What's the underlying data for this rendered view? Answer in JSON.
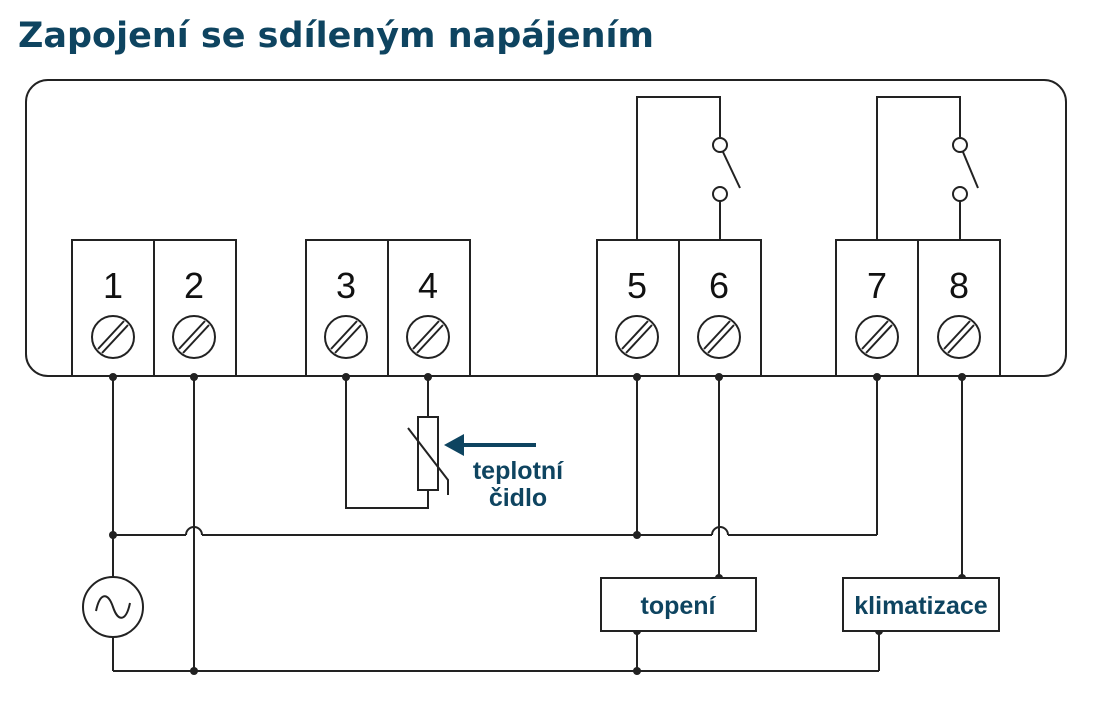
{
  "title": "Zapojení se sdíleným napájením",
  "terminals": [
    "1",
    "2",
    "3",
    "4",
    "5",
    "6",
    "7",
    "8"
  ],
  "sensor": {
    "line1": "teplotní",
    "line2": "čidlo"
  },
  "heating_label": "topení",
  "cooling_label": "klimatizace",
  "colors": {
    "title": "#0e4460",
    "label": "#0e4460",
    "line": "#222222"
  },
  "icons": [
    "ac-source-icon",
    "thermistor-icon",
    "relay-switch-icon",
    "screw-terminal-icon"
  ]
}
